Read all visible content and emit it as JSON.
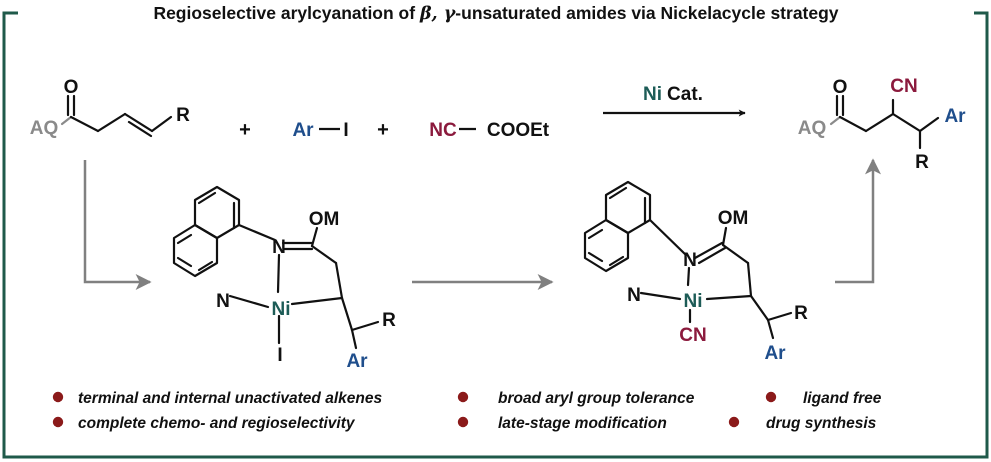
{
  "title": {
    "prefix": "Regioselective arylcyanation of ",
    "greek": "β, γ",
    "suffix": "-unsaturated amides via Nickelacycle strategy"
  },
  "colors": {
    "frame": "#1f5a4a",
    "black": "#111111",
    "gray": "#8a8a8a",
    "nickel": "#1d5c57",
    "aryl": "#1f4e8c",
    "cyano": "#8b1a3d",
    "bullet": "#8b1a1a",
    "arrow": "#808080"
  },
  "reactants": {
    "substrate": {
      "carbonyl_o": "O",
      "directing_group": "AQ",
      "r_group": "R"
    },
    "plus1": "+",
    "aryl_iodide": {
      "ar": "Ar",
      "i": "I"
    },
    "plus2": "+",
    "cyanide_source": {
      "nc": "NC",
      "ester": "COOEt"
    }
  },
  "conditions": {
    "metal": "Ni",
    "cat": "Cat."
  },
  "product": {
    "carbonyl_o": "O",
    "cn": "CN",
    "directing_group": "AQ",
    "ar": "Ar",
    "r_group": "R"
  },
  "intermediate1": {
    "om": "OM",
    "n_imine": "N",
    "n_pyridine": "N",
    "ni": "Ni",
    "iodide": "I",
    "r_group": "R",
    "ar": "Ar"
  },
  "intermediate2": {
    "om": "OM",
    "n_imine": "N",
    "n_pyridine": "N",
    "ni": "Ni",
    "cn": "CN",
    "r_group": "R",
    "ar": "Ar"
  },
  "bullets": [
    "terminal and internal unactivated alkenes",
    "broad aryl group tolerance",
    "ligand free",
    "complete chemo- and regioselectivity",
    "late-stage modification",
    "drug synthesis"
  ]
}
